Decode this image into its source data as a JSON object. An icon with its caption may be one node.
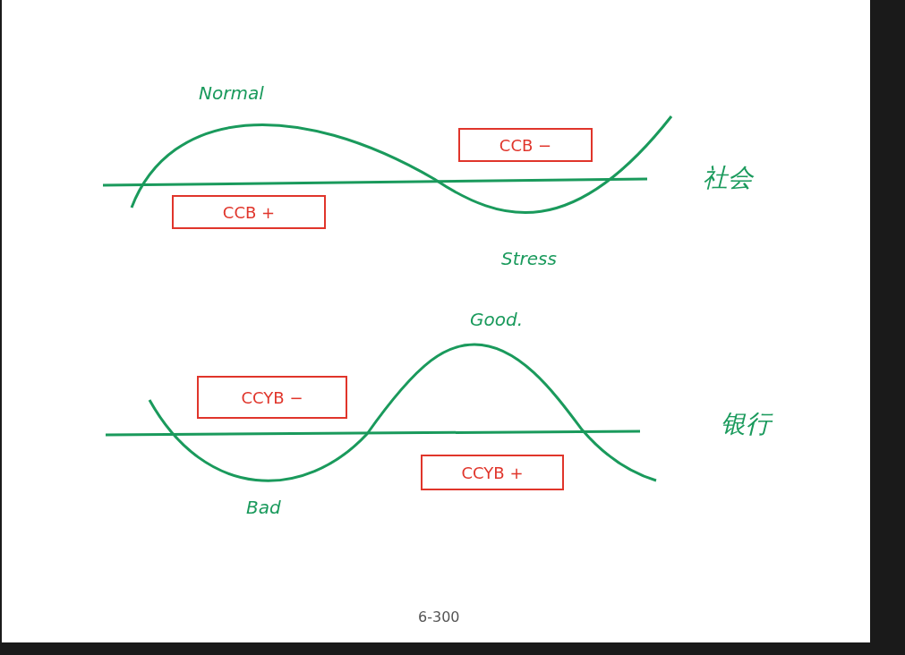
{
  "diagram": {
    "nodes": [
      {
        "text": [
          "CCB −"
        ]
      },
      {
        "text": [
          "CCB +"
        ]
      },
      {
        "text": [
          "CCYB −"
        ]
      },
      {
        "text": [
          "CCYB +"
        ]
      }
    ],
    "labels": [
      "Normal",
      "社会",
      "Stress",
      "Good.",
      "银行",
      "Bad",
      "6-300"
    ]
  }
}
